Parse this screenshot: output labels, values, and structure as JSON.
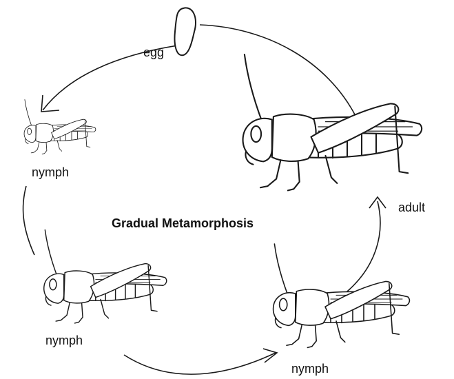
{
  "diagram": {
    "title": "Gradual Metamorphosis",
    "stages": [
      {
        "label": "egg"
      },
      {
        "label": "nymph"
      },
      {
        "label": "nymph"
      },
      {
        "label": "nymph"
      },
      {
        "label": "adult"
      }
    ]
  },
  "colors": {
    "ink": "#1a1a1a",
    "fill": "#ffffff"
  }
}
